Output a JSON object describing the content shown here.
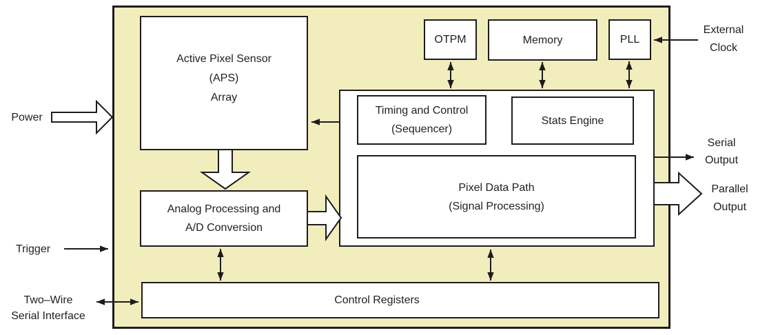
{
  "blocks": {
    "aps": {
      "lines": [
        "Active Pixel Sensor",
        "(APS)",
        "Array"
      ]
    },
    "otpm": {
      "label": "OTPM"
    },
    "memory": {
      "label": "Memory"
    },
    "pll": {
      "label": "PLL"
    },
    "timing": {
      "lines": [
        "Timing and Control",
        "(Sequencer)"
      ]
    },
    "stats": {
      "label": "Stats Engine"
    },
    "pixel_data_path": {
      "lines": [
        "Pixel Data Path",
        "(Signal Processing)"
      ]
    },
    "analog": {
      "lines": [
        "Analog Processing and",
        "A/D Conversion"
      ]
    },
    "control_registers": {
      "label": "Control Registers"
    }
  },
  "external_labels": {
    "power": "Power",
    "trigger": "Trigger",
    "two_wire": {
      "line1": "Two–Wire",
      "line2": "Serial Interface"
    },
    "external_clock": {
      "line1": "External",
      "line2": "Clock"
    },
    "serial_output": {
      "line1": "Serial",
      "line2": "Output"
    },
    "parallel_output": {
      "line1": "Parallel",
      "line2": "Output"
    }
  },
  "colors": {
    "chip_fill": "#F2EDBD",
    "block_fill": "#FFFFFF",
    "line": "#1C1C1C",
    "text": "#1F1F1F",
    "background": "#FFFFFF"
  }
}
